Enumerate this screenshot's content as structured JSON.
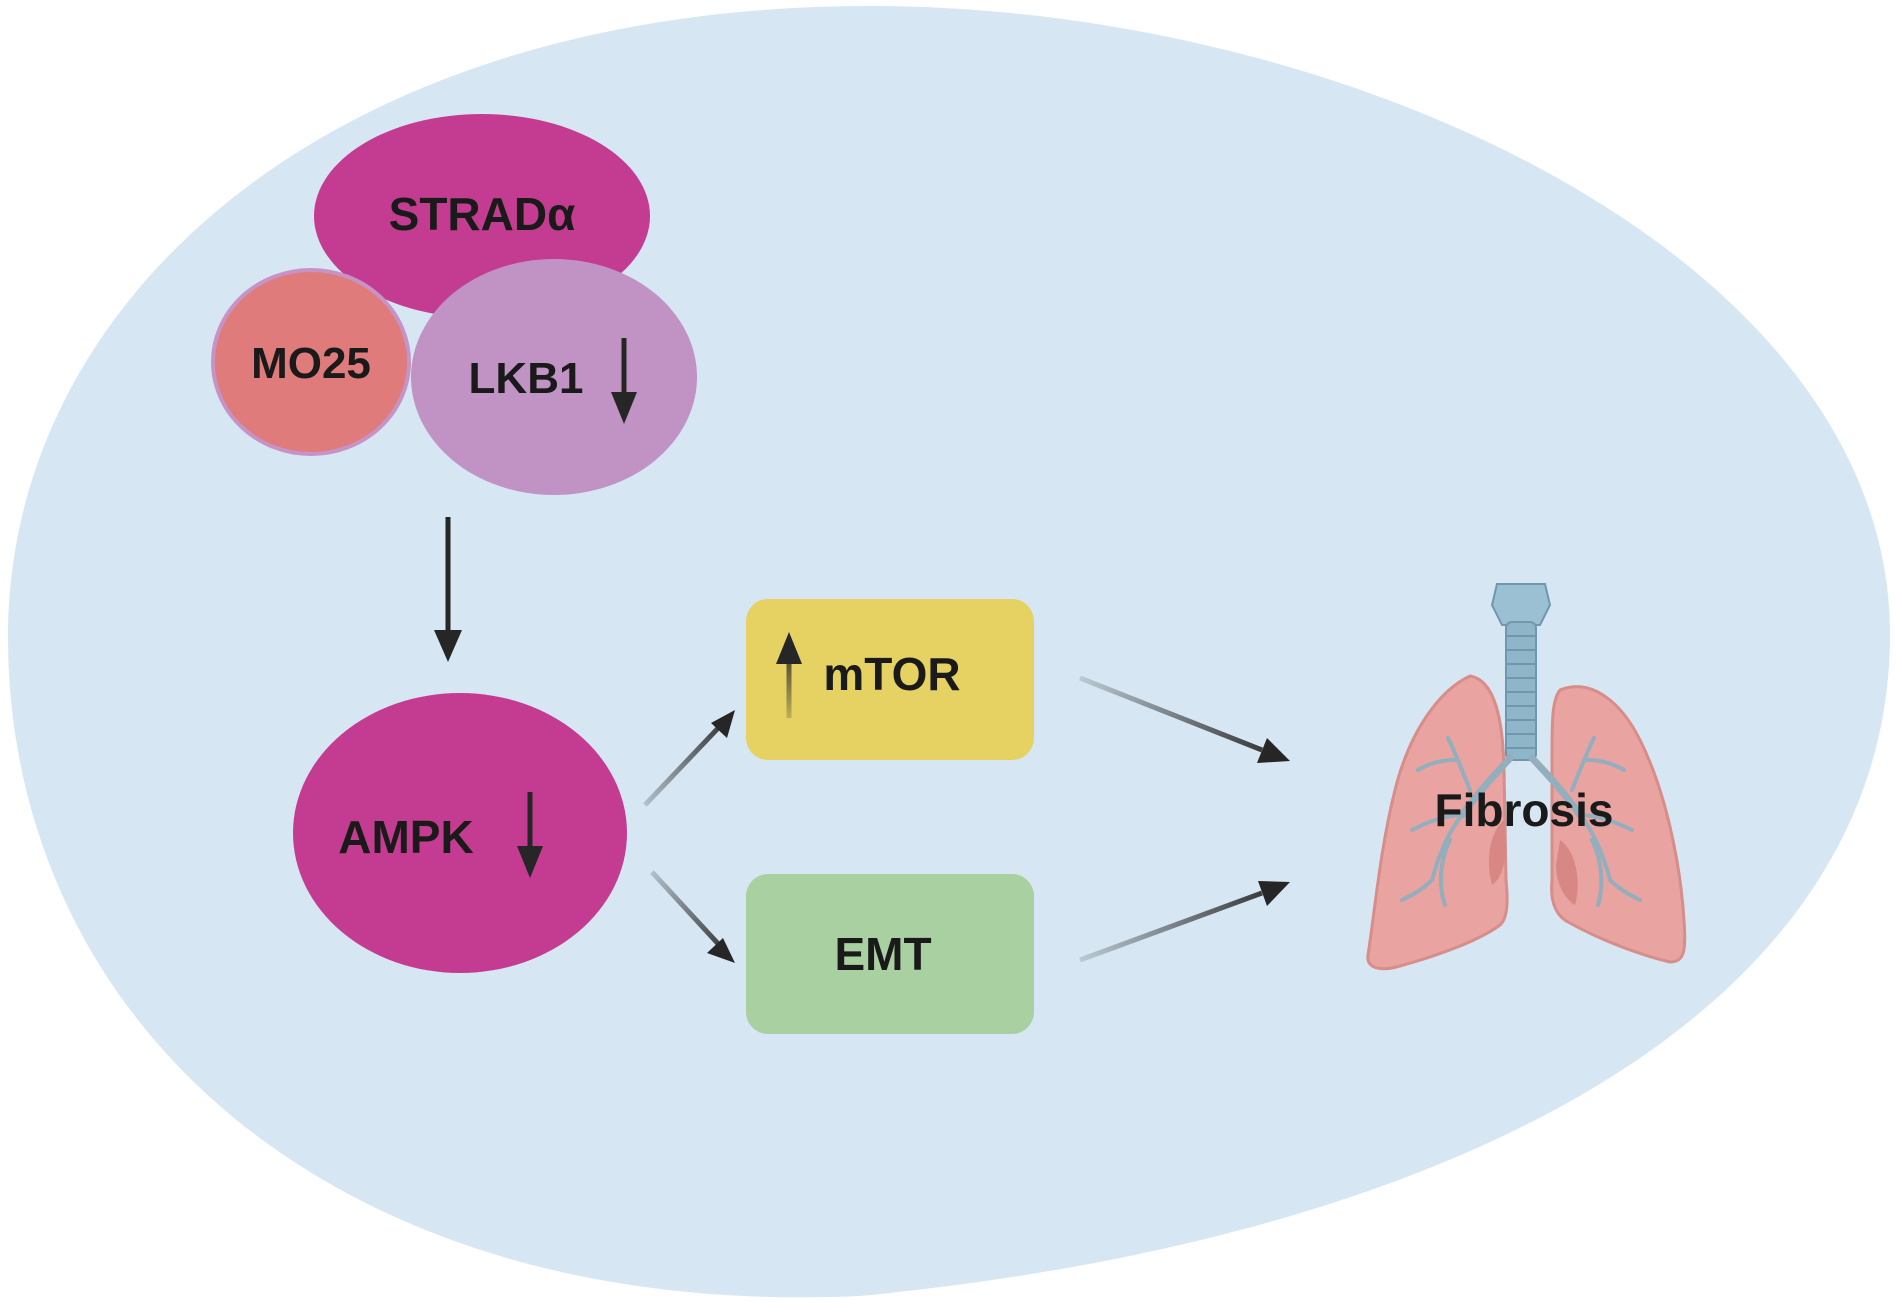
{
  "diagram": {
    "nodes": {
      "strad": "STRADα",
      "mo25": "MO25",
      "lkb1": "LKB1",
      "ampk": "AMPK",
      "mtor": "mTOR",
      "emt": "EMT",
      "fibrosis": "Fibrosis"
    },
    "colors": {
      "cell_background": "#d6e7f3",
      "strad": "#c43c91",
      "mo25": "#e07b7b",
      "lkb1": "#c192c4",
      "ampk": "#c43c91",
      "mtor_box": "#e5d262",
      "emt_box": "#a9d0a1",
      "lung": "#e9a3a0",
      "trachea": "#8fb5c9",
      "arrow": "#262626"
    },
    "indicators": {
      "lkb1": "down",
      "ampk": "down",
      "mtor": "up"
    },
    "edges": [
      {
        "from": "LKB1 complex",
        "to": "AMPK"
      },
      {
        "from": "AMPK",
        "to": "mTOR"
      },
      {
        "from": "AMPK",
        "to": "EMT"
      },
      {
        "from": "mTOR",
        "to": "Fibrosis"
      },
      {
        "from": "EMT",
        "to": "Fibrosis"
      }
    ],
    "icons": [
      "lung-icon"
    ]
  }
}
